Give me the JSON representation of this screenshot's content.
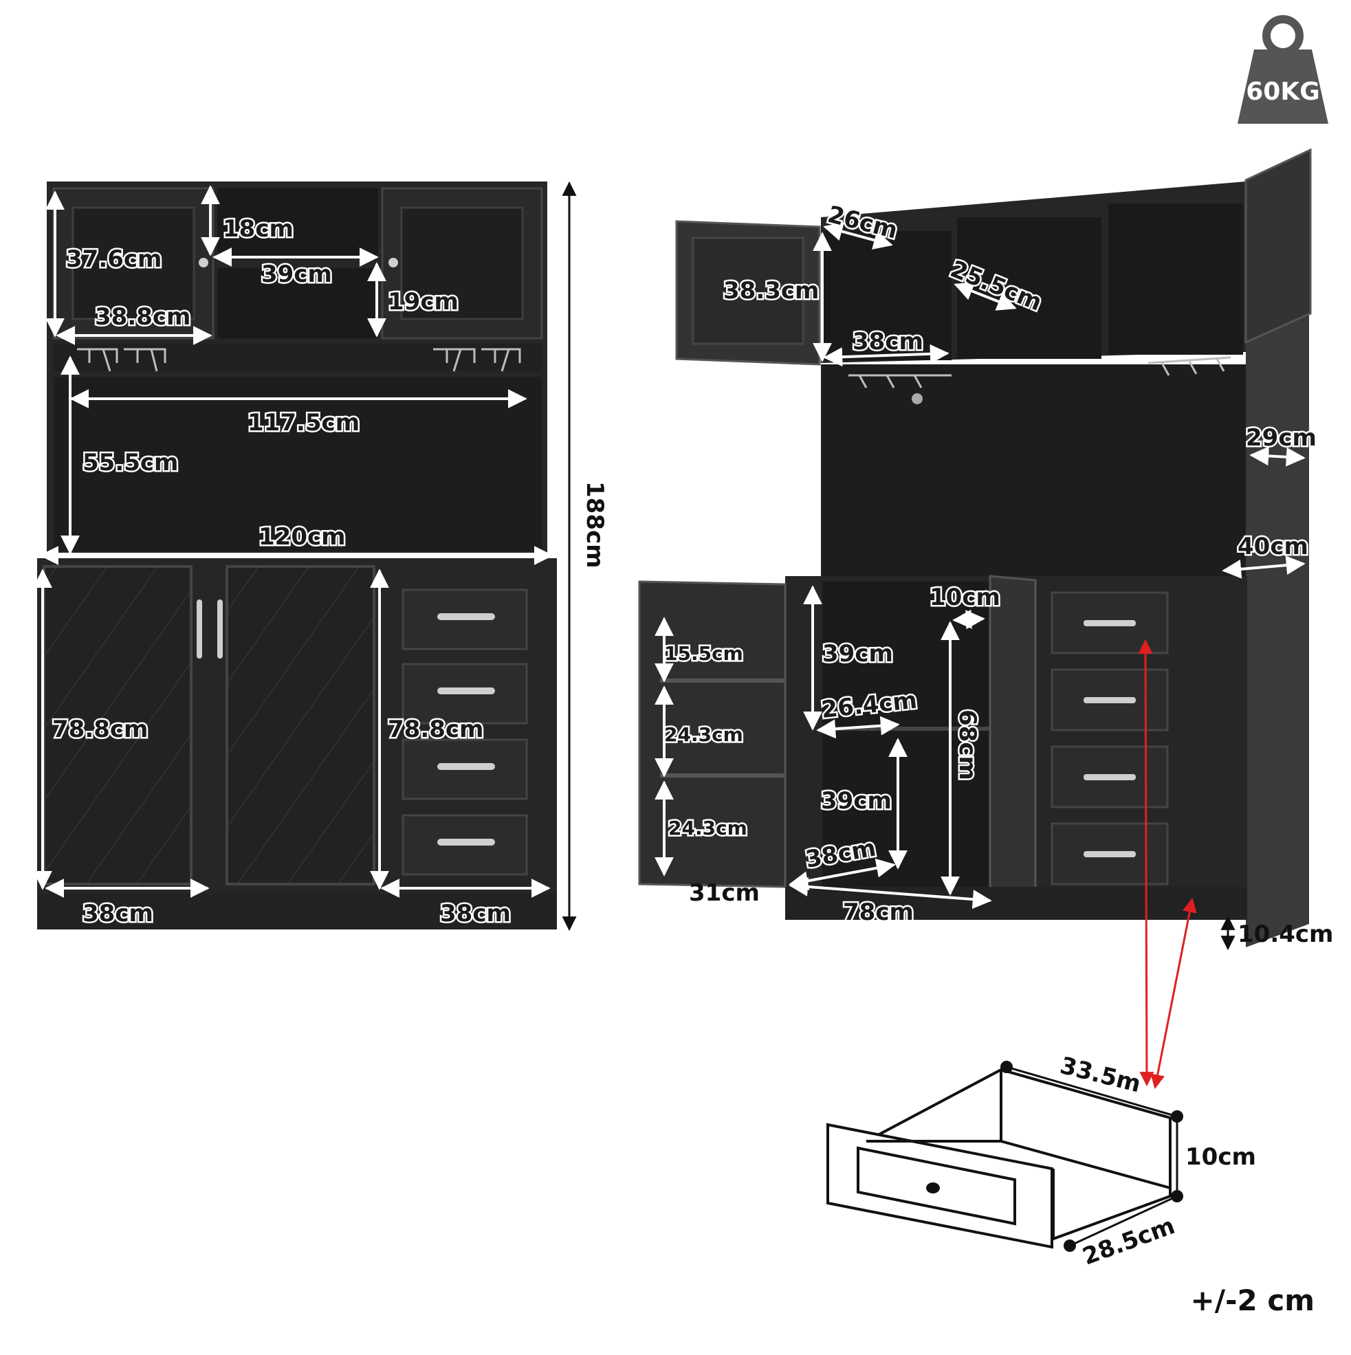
{
  "weight_badge": {
    "label": "60KG"
  },
  "tolerance": "+/-2 cm",
  "colors": {
    "cabinet": "#262626",
    "cabinet_dark": "#1c1c1c",
    "panel_light": "#3a3a3a",
    "arrow": "#ffffff",
    "accent_arrow": "#e02020",
    "badge": "#555555"
  },
  "front_view": {
    "upper_door_height": "37.6cm",
    "upper_door_width": "38.8cm",
    "cubby_height_top": "18cm",
    "cubby_width": "39cm",
    "cubby_height_bottom": "19cm",
    "open_shelf_width": "117.5cm",
    "open_shelf_height": "55.5cm",
    "total_width": "120cm",
    "total_height": "188cm",
    "lower_door_height": "78.8cm",
    "drawer_column_height": "78.8cm",
    "lower_door_width": "38cm",
    "drawer_column_width": "38cm"
  },
  "side_view": {
    "upper_depth": "26cm",
    "upper_inner_height": "38.3cm",
    "upper_inner_width": "38cm",
    "cubby_depth": "25.5cm",
    "hutch_depth": "29cm",
    "base_depth": "40cm",
    "door_shelf_1": "15.5cm",
    "door_shelf_2": "24.3cm",
    "door_shelf_3": "24.3cm",
    "door_width": "31cm",
    "inner_upper_height": "39cm",
    "inner_shelf_depth": "26.4cm",
    "inner_lower_height": "39cm",
    "inner_floor_depth": "38cm",
    "inner_total_height": "68cm",
    "door_gap": "10cm",
    "base_inner_width": "78cm",
    "plinth_height": "10.4cm"
  },
  "drawer": {
    "length": "33.5m",
    "height": "10cm",
    "width": "28.5cm"
  }
}
